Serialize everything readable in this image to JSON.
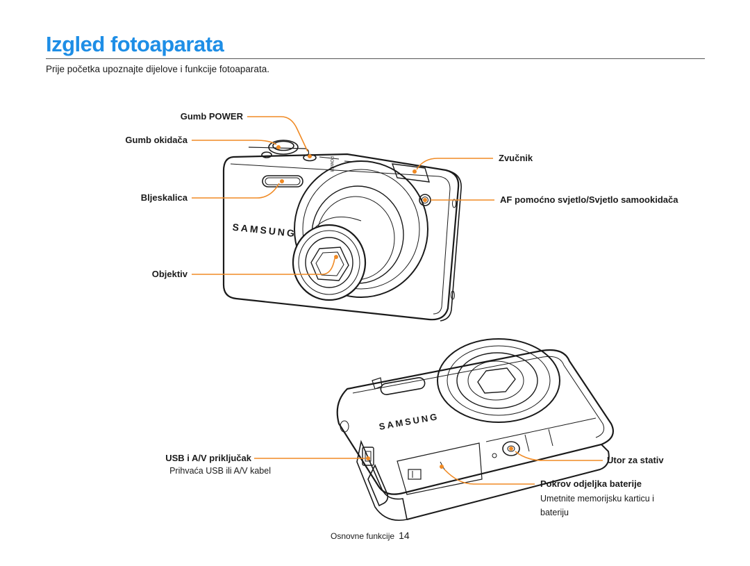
{
  "header": {
    "title": "Izgled fotoaparata",
    "intro": "Prije početka upoznajte dijelove i funkcije fotoaparata."
  },
  "front_labels": {
    "power_button": "Gumb POWER",
    "shutter_button": "Gumb okidača",
    "flash": "Bljeskalica",
    "lens": "Objektiv",
    "speaker": "Zvučnik",
    "af_lamp": "AF pomoćno svjetlo/Svjetlo samookidača"
  },
  "back_labels": {
    "usb_port": "USB i A/V priključak",
    "usb_port_desc": "Prihvaća USB ili A/V kabel",
    "tripod": "Utor za stativ",
    "battery_cover": "Pokrov odjeljka baterije",
    "battery_cover_desc_1": "Umetnite memorijsku karticu i",
    "battery_cover_desc_2": "bateriju"
  },
  "camera": {
    "brand_front": "SAMSUNG",
    "brand_back": "SAMSUNG",
    "power_text": "POWER"
  },
  "footer": {
    "section": "Osnovne funkcije",
    "page": "14"
  },
  "colors": {
    "title": "#1e8ee6",
    "callout": "#f08a24",
    "ink": "#1a1a1a"
  },
  "icons": [
    "camera-front-illustration",
    "camera-bottom-illustration"
  ]
}
